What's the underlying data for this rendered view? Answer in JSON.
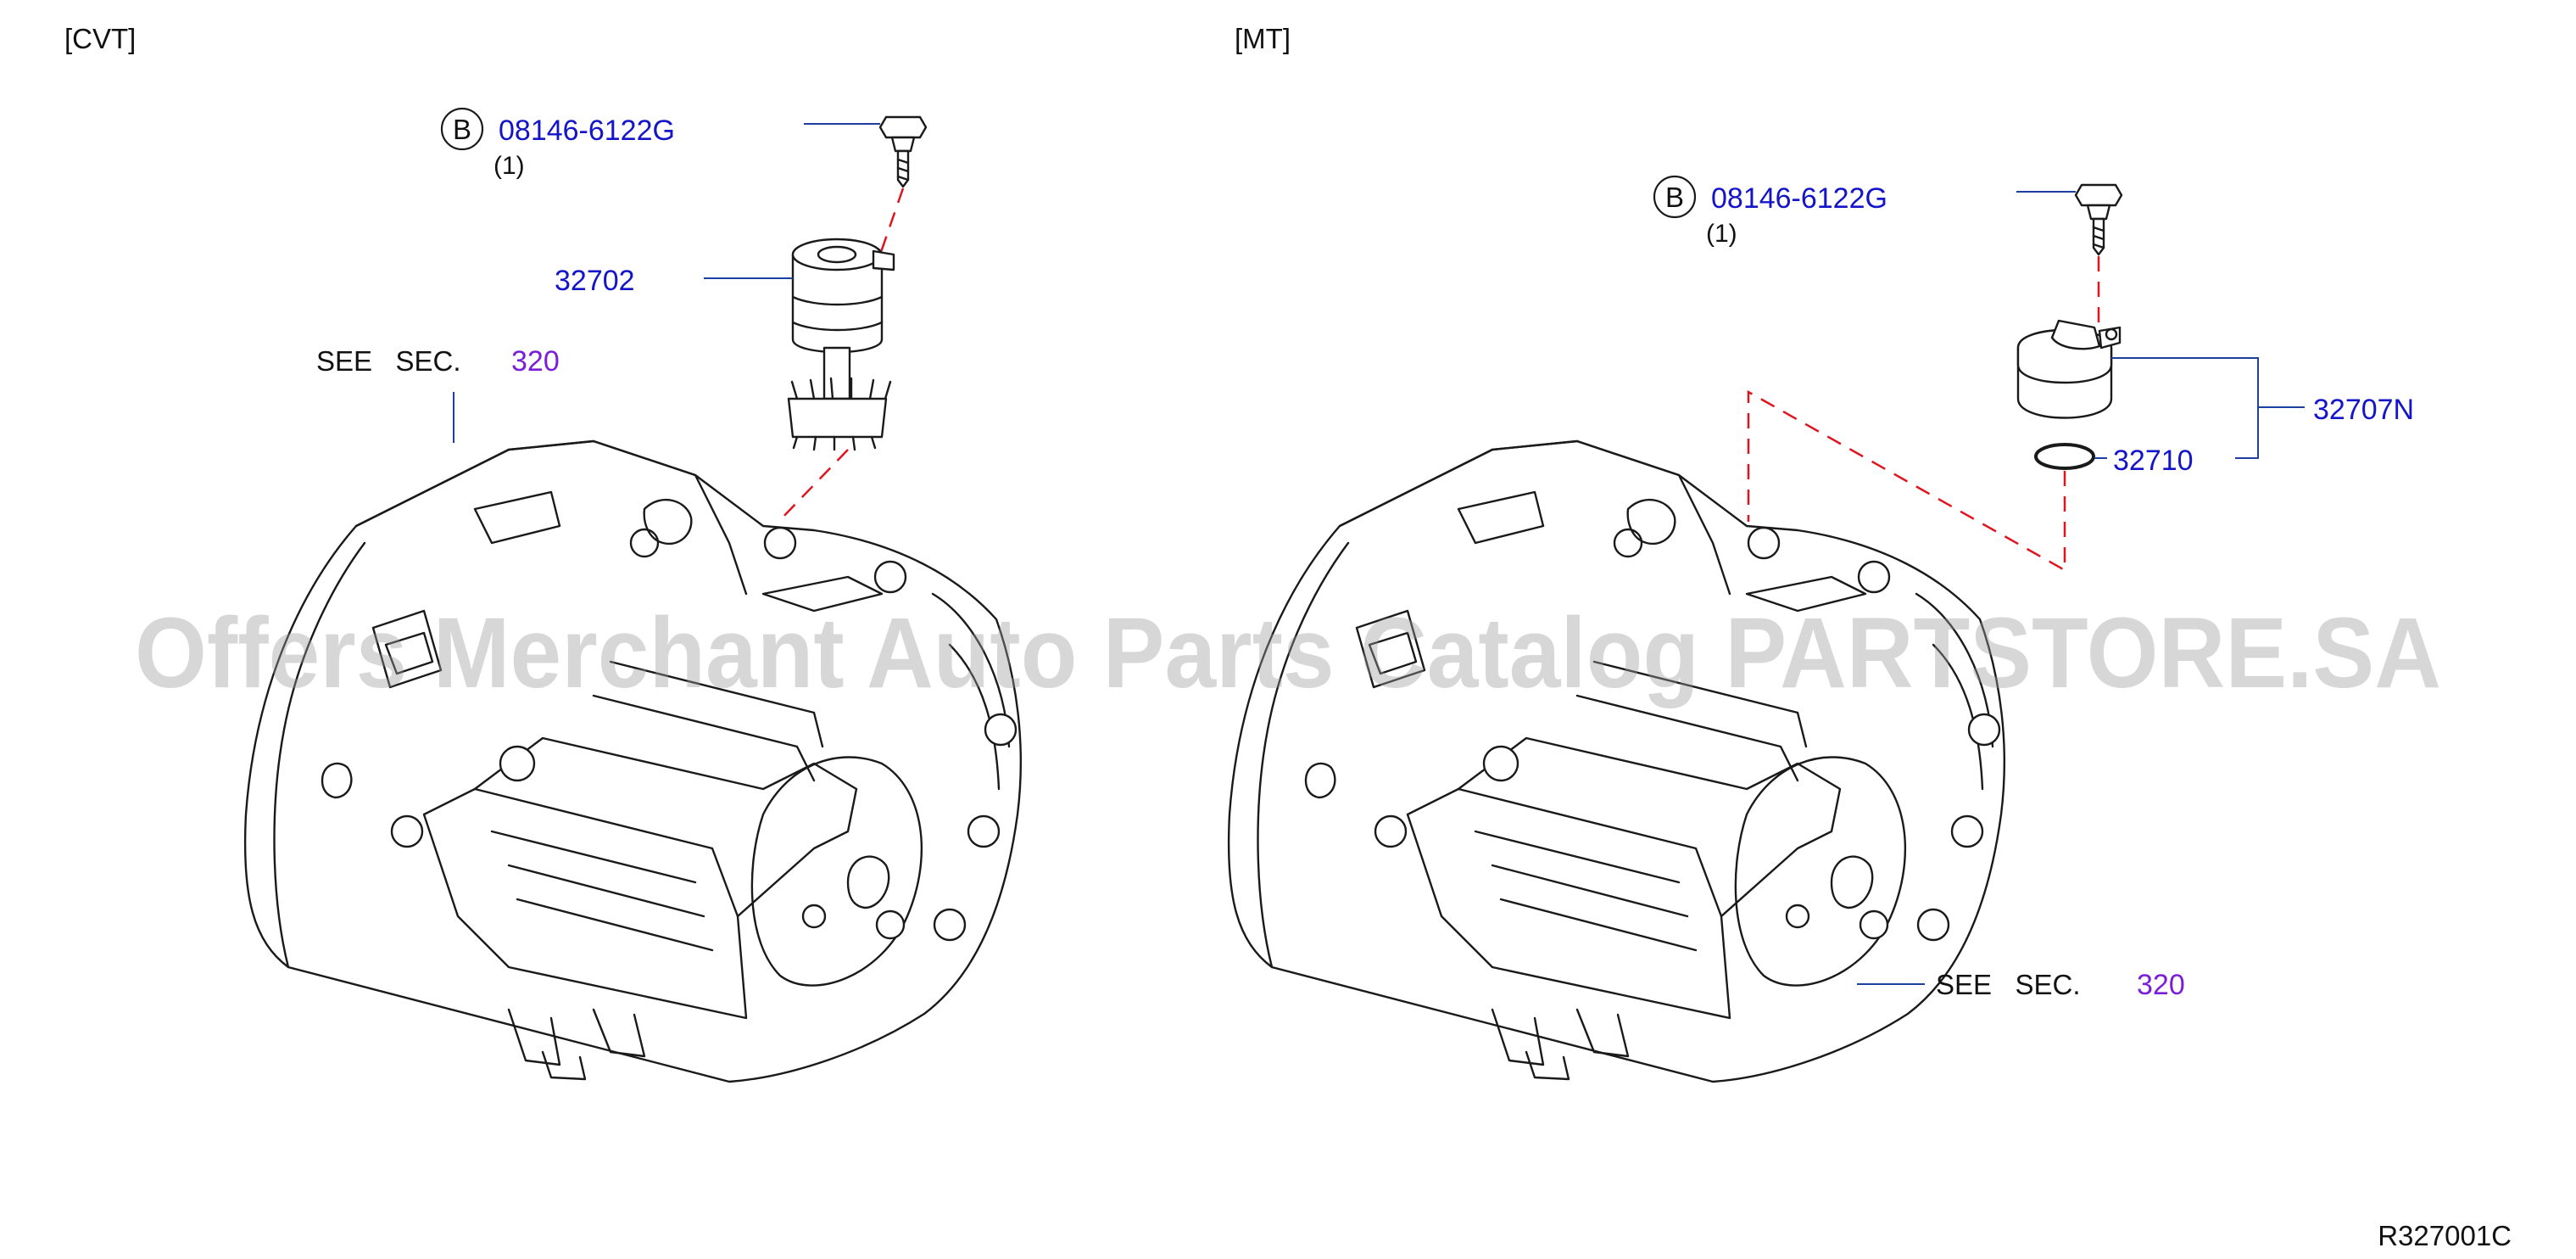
{
  "sections": {
    "cvt": {
      "title": "[CVT]"
    },
    "mt": {
      "title": "[MT]"
    }
  },
  "callouts": {
    "cvt_bolt": {
      "marker": "B",
      "part_number": "08146-6122G",
      "qty": "(1)"
    },
    "cvt_sensor": {
      "part_number": "32702"
    },
    "cvt_see_section": {
      "prefix": "SEE   SEC.",
      "section": "320"
    },
    "mt_bolt": {
      "marker": "B",
      "part_number": "08146-6122G",
      "qty": "(1)"
    },
    "mt_sensor_assembly": {
      "part_number": "32707N"
    },
    "mt_o_ring": {
      "part_number": "32710"
    },
    "mt_see_section": {
      "prefix": "SEE   SEC.",
      "section": "320"
    }
  },
  "watermark": "Offers Merchant Auto Parts Catalog PARTSTORE.SA",
  "diagram_code": "R327001C",
  "colors": {
    "part_number": "#1414c8",
    "section_link": "#7a1fd6",
    "leader_line": "#1c3fa0",
    "assembly_dash": "#e0141e",
    "line_art": "#1a1a1a"
  }
}
